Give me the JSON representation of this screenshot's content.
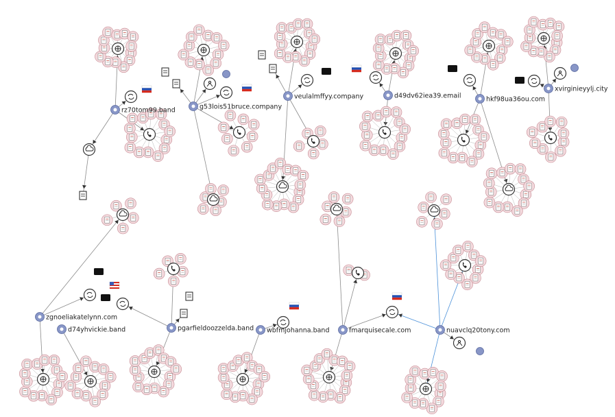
{
  "colors": {
    "edge": "#8a8a8a",
    "edge_highlight": "#4a90d9",
    "leaf_fill": "#f3d9dd",
    "leaf_border": "#c58a92",
    "domain_fill": "#8896c7",
    "hub_stroke": "#333333"
  },
  "domains": [
    {
      "id": "d1",
      "label": "rz70tom99.band"
    },
    {
      "id": "d2",
      "label": "g53lois51bruce.company"
    },
    {
      "id": "d3",
      "label": "veulalmffyy.company"
    },
    {
      "id": "d4",
      "label": "d49dv62iea39.email"
    },
    {
      "id": "d5",
      "label": "hkf98ua36ou.com"
    },
    {
      "id": "d6",
      "label": "xvirginieyylj.city"
    },
    {
      "id": "d7",
      "label": "zgnoeliakatelynn.com"
    },
    {
      "id": "d8",
      "label": "d74yhvickie.band"
    },
    {
      "id": "d9",
      "label": "pgarfieldoozzelda.band"
    },
    {
      "id": "d10",
      "label": "wbfmjohanna.band"
    },
    {
      "id": "d11",
      "label": "fmarquisecale.com"
    },
    {
      "id": "d12",
      "label": "nuavclq20tony.com"
    }
  ],
  "hub_icons": {
    "network": "network-hub-icon",
    "phone": "phone-hub-icon",
    "cloud": "cloud-hub-icon",
    "exchange": "exchange-hub-icon",
    "person": "person-hub-icon",
    "document": "document-icon",
    "file": "file-icon",
    "flag": "russia-flag-icon",
    "flag_us": "usa-flag-icon",
    "black": "black-box-icon",
    "domain": "domain-node-icon"
  }
}
